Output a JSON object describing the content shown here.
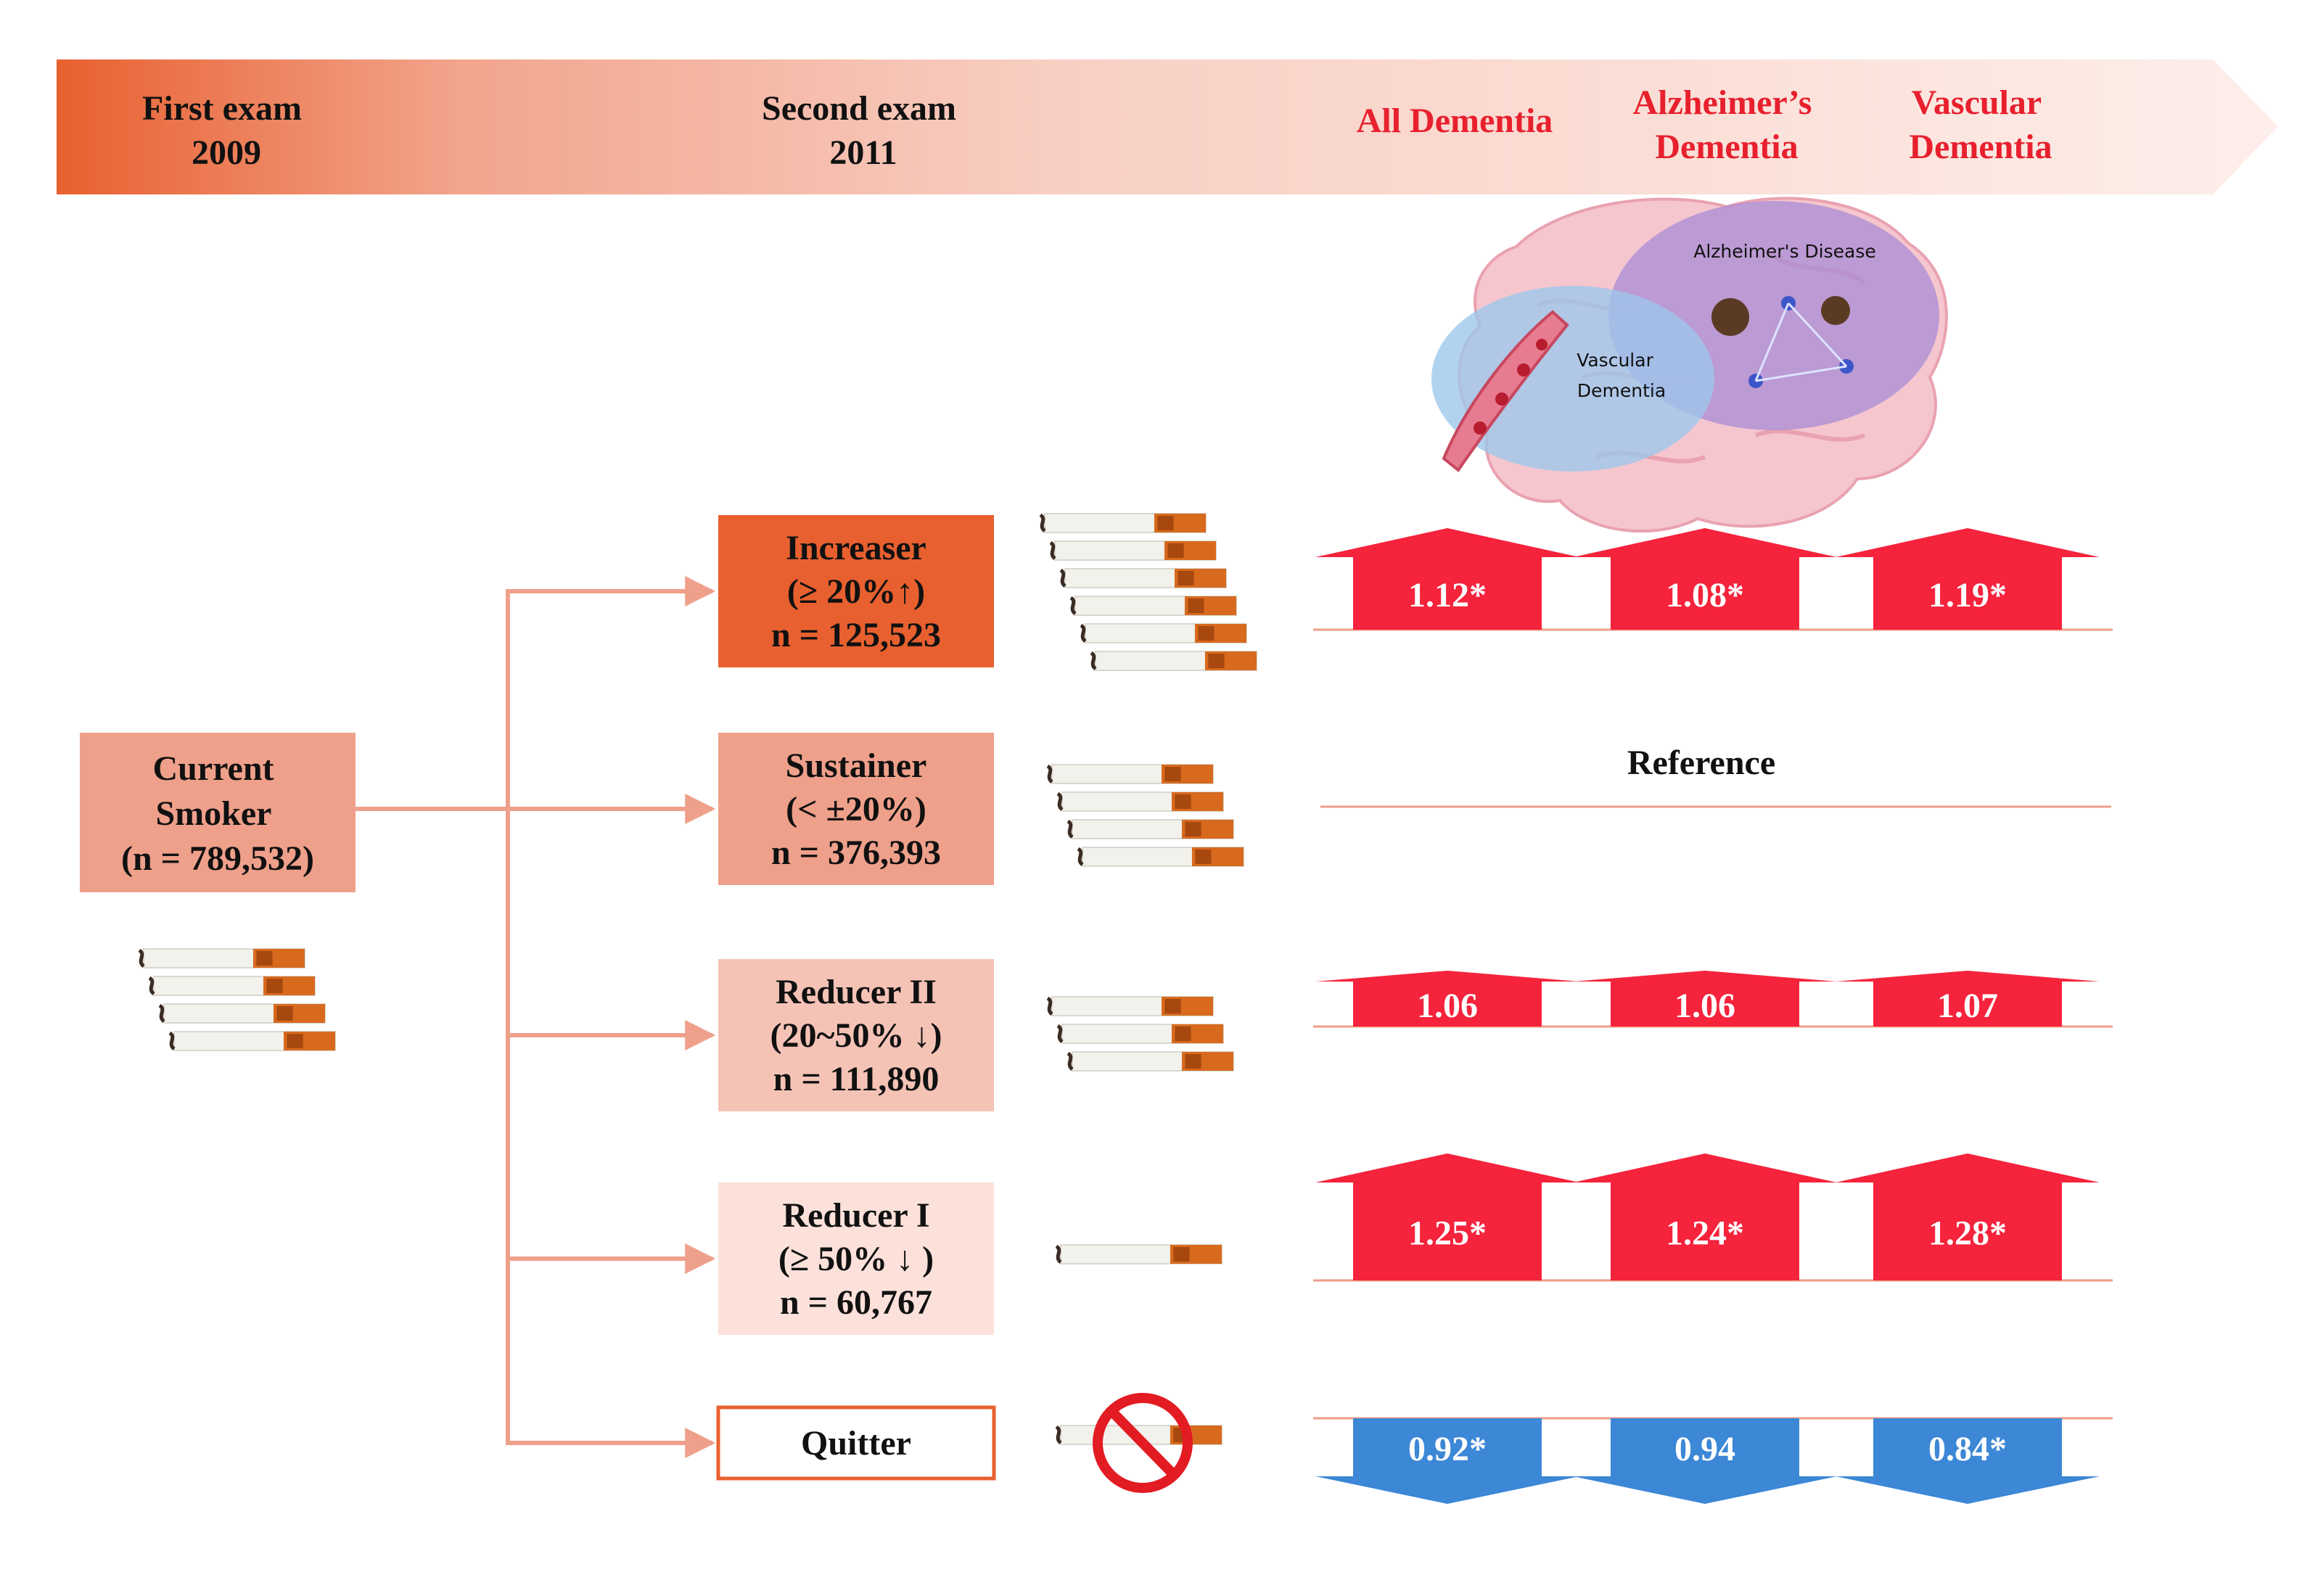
{
  "header": {
    "first_exam": [
      "First exam",
      "2009"
    ],
    "second_exam": [
      "Second exam",
      "2011"
    ],
    "outcomes": [
      [
        "All Dementia"
      ],
      [
        "Alzheimer’s",
        "Dementia"
      ],
      [
        "Vascular",
        "Dementia"
      ]
    ]
  },
  "brain": {
    "alzheimers_label": "Alzheimer's Disease",
    "vascular_label": [
      "Vascular",
      "Dementia"
    ]
  },
  "baseline": {
    "lines": [
      "Current",
      "Smoker",
      "(n = 789,532)"
    ],
    "cigarettes": 4
  },
  "groups": [
    {
      "id": "increaser",
      "lines": [
        "Increaser",
        "(≥ 20%↑)",
        "n = 125,523"
      ],
      "fill": "#e8602f",
      "border": "#e8602f",
      "cigarettes": 6,
      "quit": false,
      "direction": "up",
      "height": "large",
      "hr": [
        "1.12*",
        "1.08*",
        "1.19*"
      ],
      "reference": false
    },
    {
      "id": "sustainer",
      "lines": [
        "Sustainer",
        "(< ±20%)",
        "n = 376,393"
      ],
      "fill": "#efa08a",
      "border": "#efa08a",
      "cigarettes": 4,
      "quit": false,
      "direction": "none",
      "height": "none",
      "hr": [],
      "reference": true,
      "reference_label": "Reference"
    },
    {
      "id": "reducer-ii",
      "lines": [
        "Reducer II",
        "(20~50% ↓)",
        "n = 111,890"
      ],
      "fill": "#f5c3b6",
      "border": "#f5c3b6",
      "cigarettes": 3,
      "quit": false,
      "direction": "up",
      "height": "small",
      "hr": [
        "1.06",
        "1.06",
        "1.07"
      ],
      "reference": false
    },
    {
      "id": "reducer-i",
      "lines": [
        "Reducer I",
        "(≥ 50% ↓ )",
        "n = 60,767"
      ],
      "fill": "#fbe1da",
      "border": "#fbe1da",
      "cigarettes": 1,
      "quit": false,
      "direction": "up",
      "height": "xlarge",
      "hr": [
        "1.25*",
        "1.24*",
        "1.28*"
      ],
      "reference": false
    },
    {
      "id": "quitter",
      "lines": [
        "Quitter"
      ],
      "fill": "#ffffff",
      "border": "#e8602f",
      "cigarettes": 1,
      "quit": true,
      "direction": "down",
      "height": "medium",
      "hr": [
        "0.92*",
        "0.94",
        "0.84*"
      ],
      "reference": false
    }
  ],
  "colors": {
    "increase": "#f5233c",
    "decrease": "#3c87d6",
    "connector": "#efa08a",
    "header_start": "#e8602f",
    "header_end": "#fdecea",
    "hr_text": "#ffffff",
    "outcome_text": "#e8202e"
  }
}
